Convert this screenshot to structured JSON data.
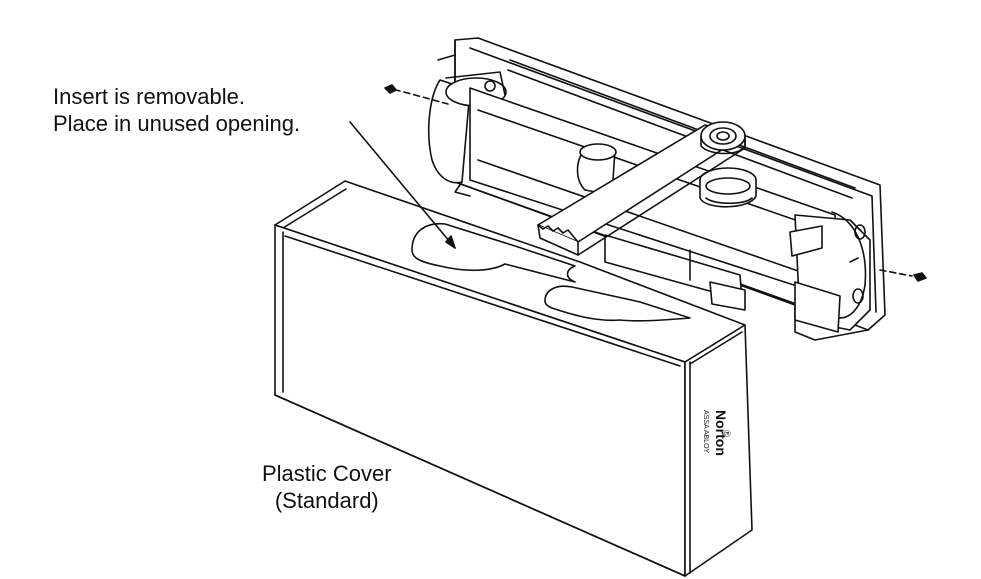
{
  "callouts": {
    "insert": {
      "line1": "Insert is removable.",
      "line2": "Place in unused opening."
    },
    "cover": {
      "line1": "Plastic Cover",
      "line2": "(Standard)"
    }
  },
  "cover_branding": {
    "brand": "Norton",
    "maker": "ASSA ABLOY",
    "mark": "®"
  },
  "colors": {
    "ink": "#111111",
    "paper": "#ffffff"
  }
}
